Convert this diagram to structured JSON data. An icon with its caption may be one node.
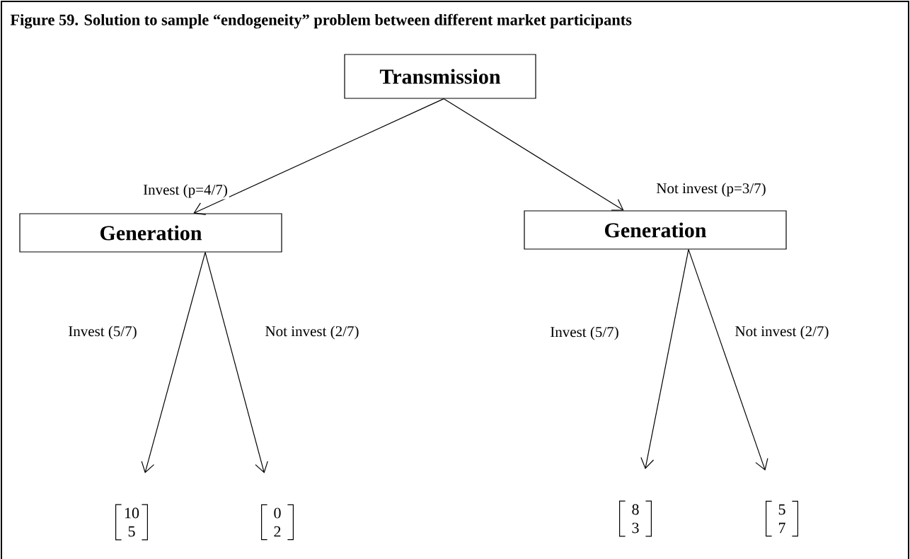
{
  "diagram": {
    "title": "Figure 59. Solution to sample “endogeneity” problem between different market participants",
    "nodes": [
      {
        "text": [
          "Transmission"
        ]
      },
      {
        "text": [
          "Generation"
        ]
      },
      {
        "text": [
          "Generation"
        ]
      },
      {
        "text": [
          "10",
          "5"
        ]
      },
      {
        "text": [
          "0",
          "2"
        ]
      },
      {
        "text": [
          "8",
          "3"
        ]
      },
      {
        "text": [
          "5",
          "7"
        ]
      }
    ],
    "edges": [
      {
        "from": 0,
        "to": 1,
        "arrow": "to",
        "label": "Invest (p=4/7)"
      },
      {
        "from": 0,
        "to": 2,
        "arrow": "to",
        "label": "Not invest (p=3/7)"
      },
      {
        "from": 1,
        "to": 3,
        "arrow": "to",
        "label": "Invest (5/7)"
      },
      {
        "from": 1,
        "to": 4,
        "arrow": "to",
        "label": "Not invest (2/7)"
      },
      {
        "from": 2,
        "to": 5,
        "arrow": "to",
        "label": "Invest (5/7)"
      },
      {
        "from": 2,
        "to": 6,
        "arrow": "to",
        "label": "Not invest (2/7)"
      }
    ]
  }
}
